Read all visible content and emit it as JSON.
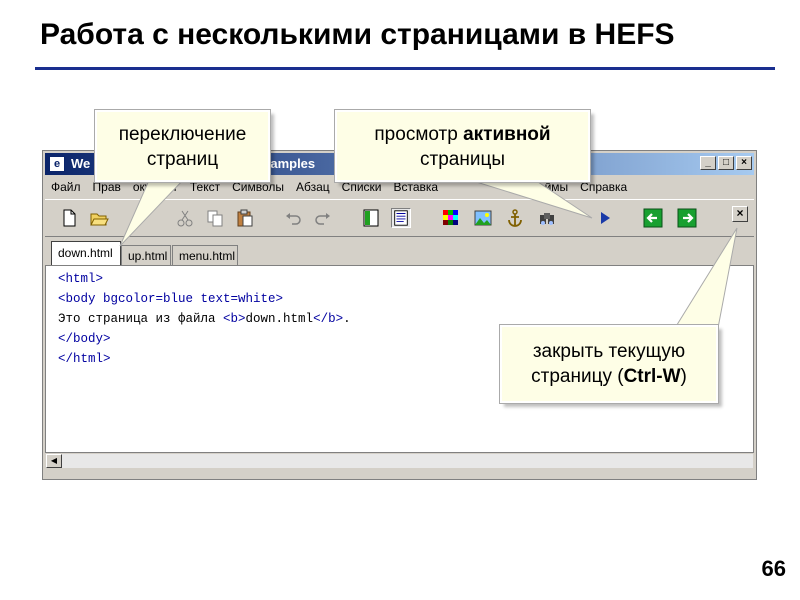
{
  "slide": {
    "title": "Работа с несколькими страницами в HEFS",
    "page_number": "66"
  },
  "window": {
    "title": "We",
    "title_suffix": ".examples",
    "controls": [
      "_",
      "□",
      "×"
    ]
  },
  "menu": [
    "Файл",
    "Прав",
    "окумент",
    "Текст",
    "Символы",
    "Абзац",
    "Списки",
    "Вставка",
    "",
    "Фреймы",
    "Справка"
  ],
  "tabs": [
    {
      "label": "down.html",
      "active": true
    },
    {
      "label": "up.html",
      "active": false
    },
    {
      "label": "menu.html",
      "active": false
    }
  ],
  "toolbar": {
    "close_label": "×",
    "icons": [
      "new-file-icon",
      "open-folder-icon",
      "cut-icon",
      "copy-icon",
      "paste-icon",
      "undo-icon",
      "redo-icon",
      "view-split-icon",
      "view-source-icon",
      "color-palette-icon",
      "image-icon",
      "anchor-icon",
      "find-icon",
      "preview-play-icon",
      "prev-page-icon",
      "next-page-icon",
      "close-page-icon"
    ]
  },
  "editor": {
    "lines": [
      {
        "tag1": "<html>",
        "text": "",
        "tag2": "",
        "text2": "",
        "tag3": "",
        "text3": ""
      },
      {
        "tag1": "<body bgcolor=blue text=white>",
        "text": "",
        "tag2": "",
        "text2": "",
        "tag3": "",
        "text3": ""
      },
      {
        "tag1": "",
        "text": "Это страница из файла ",
        "tag2": "<b>",
        "text2": "down.html",
        "tag3": "</b>",
        "text3": "."
      },
      {
        "tag1": "</body>",
        "text": "",
        "tag2": "",
        "text2": "",
        "tag3": "",
        "text3": ""
      },
      {
        "tag1": "</html>",
        "text": "",
        "tag2": "",
        "text2": "",
        "tag3": "",
        "text3": ""
      }
    ]
  },
  "callouts": {
    "switch": {
      "line1": "переключение",
      "line2": "страниц"
    },
    "view": {
      "line1a": "просмотр ",
      "line1b": "активной",
      "line2": "страницы"
    },
    "close": {
      "line1": "закрыть текущую",
      "line2a": "страницу (",
      "line2b": "Ctrl-W",
      "line2c": ")"
    }
  },
  "colors": {
    "accent_rule": "#1a2f8f",
    "callout_bg": "#fefee6",
    "tag_color": "#0000a0"
  }
}
